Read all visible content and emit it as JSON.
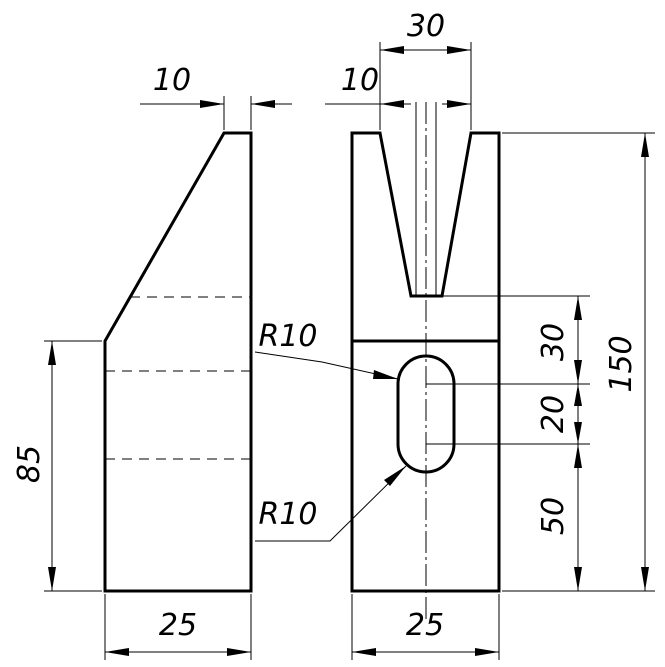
{
  "side_view": {
    "dims": {
      "top_offset": "10",
      "height": "85",
      "width": "25"
    }
  },
  "front_view": {
    "dims": {
      "slot_top_width": "30",
      "slot_offset": "10",
      "total_height": "150",
      "upper": "30",
      "middle": "20",
      "lower": "50",
      "width": "25"
    },
    "radius_labels": {
      "upper": "R10",
      "lower": "R10"
    }
  }
}
